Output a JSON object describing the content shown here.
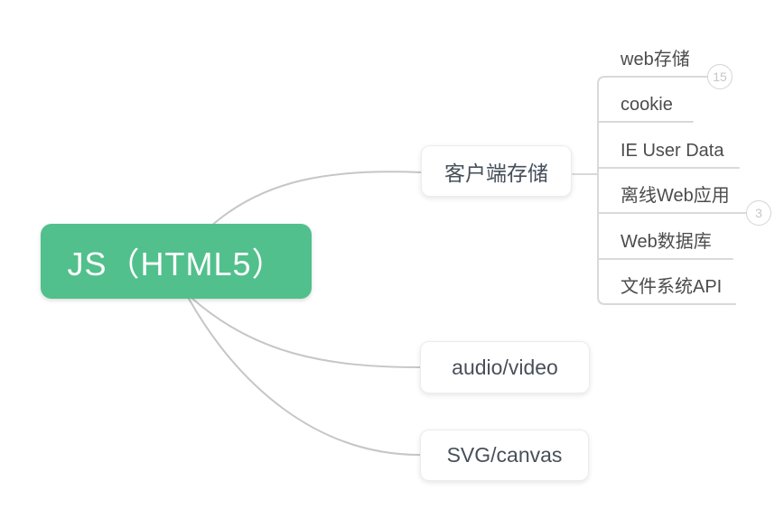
{
  "root": {
    "label": "JS（HTML5）"
  },
  "branches": [
    {
      "label": "客户端存储",
      "children": [
        {
          "label": "web存储",
          "badge": "15"
        },
        {
          "label": "cookie"
        },
        {
          "label": "IE User Data"
        },
        {
          "label": "离线Web应用",
          "badge": "3"
        },
        {
          "label": "Web数据库"
        },
        {
          "label": "文件系统API"
        }
      ]
    },
    {
      "label": "audio/video"
    },
    {
      "label": "SVG/canvas"
    }
  ],
  "colors": {
    "root_fill": "#52c08c",
    "root_text": "#ffffff",
    "branch_text": "#47505a",
    "leaf_text": "#4c4c4c",
    "root_curve": "#c6c6c6",
    "child_line": "#d9d9d9",
    "badge": "#c7c7c7"
  }
}
